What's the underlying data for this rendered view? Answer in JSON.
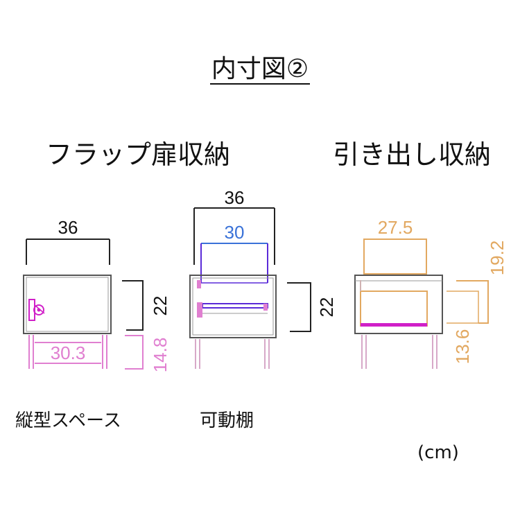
{
  "title": "内寸図②",
  "sections": {
    "flap": "フラップ扉収納",
    "drawer": "引き出し収納"
  },
  "flap_vertical": {
    "width_outer": "36",
    "width_inner": "30.3",
    "height": "22",
    "leg_space": "14.8",
    "caption": "縦型スペース"
  },
  "flap_shelf": {
    "width_outer": "36",
    "width_inner": "30",
    "height": "22",
    "caption": "可動棚"
  },
  "drawer": {
    "width": "27.5",
    "height_total": "19.2",
    "height_inner": "13.6"
  },
  "unit": "(cm)",
  "colors": {
    "pink": "#e07fd0",
    "magenta": "#d020c8",
    "blue": "#3a72d8",
    "purple": "#5a2ad8",
    "orange": "#e2a860",
    "line": "#444444"
  }
}
